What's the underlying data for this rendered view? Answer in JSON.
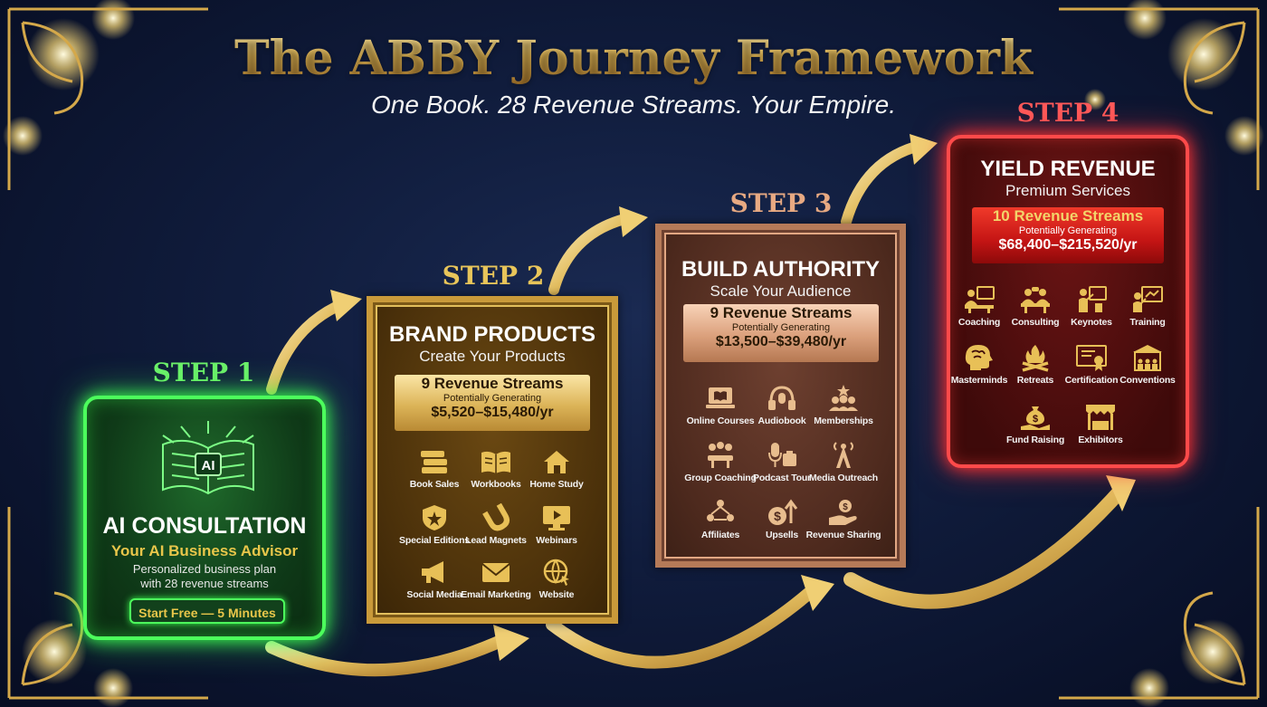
{
  "header": {
    "title": "The ABBY Journey Framework",
    "subtitle": "One Book. 28 Revenue Streams. Your Empire."
  },
  "colors": {
    "gold": "#e0b554",
    "green_glow": "#4cff5c",
    "red_glow": "#ff4a4a",
    "bronze": "#c99a3a",
    "copper": "#b57a58",
    "background": "#101c3c"
  },
  "steps": [
    {
      "label": "STEP 1",
      "title": "AI CONSULTATION",
      "subtitle": "Your AI Business Advisor",
      "description_line1": "Personalized business plan",
      "description_line2": "with 28 revenue streams",
      "cta": "Start Free — 5 Minutes",
      "icon_text": "AI",
      "icon": "open-book-ai-icon"
    },
    {
      "label": "STEP 2",
      "title": "BRAND PRODUCTS",
      "subtitle": "Create Your Products",
      "streams": "9 Revenue Streams",
      "potential": "Potentially Generating",
      "range": "$5,520–$15,480/yr",
      "items": [
        {
          "label": "Book Sales",
          "icon": "books-stack-icon"
        },
        {
          "label": "Workbooks",
          "icon": "open-workbook-icon"
        },
        {
          "label": "Home Study",
          "icon": "house-icon"
        },
        {
          "label": "Special Editions",
          "icon": "star-shield-icon"
        },
        {
          "label": "Lead Magnets",
          "icon": "magnet-icon"
        },
        {
          "label": "Webinars",
          "icon": "monitor-play-icon"
        },
        {
          "label": "Social Media",
          "icon": "megaphone-icon"
        },
        {
          "label": "Email Marketing",
          "icon": "envelope-icon"
        },
        {
          "label": "Website",
          "icon": "globe-cursor-icon"
        }
      ]
    },
    {
      "label": "STEP 3",
      "title": "BUILD AUTHORITY",
      "subtitle": "Scale Your Audience",
      "streams": "9 Revenue Streams",
      "potential": "Potentially Generating",
      "range": "$13,500–$39,480/yr",
      "items": [
        {
          "label": "Online Courses",
          "icon": "laptop-book-icon"
        },
        {
          "label": "Audiobook",
          "icon": "headphones-icon"
        },
        {
          "label": "Memberships",
          "icon": "group-star-icon"
        },
        {
          "label": "Group Coaching",
          "icon": "meeting-table-icon"
        },
        {
          "label": "Podcast Tour",
          "icon": "microphone-suitcase-icon"
        },
        {
          "label": "Media Outreach",
          "icon": "broadcast-tower-icon"
        },
        {
          "label": "Affiliates",
          "icon": "network-people-icon"
        },
        {
          "label": "Upsells",
          "icon": "dollar-arrow-up-icon"
        },
        {
          "label": "Revenue Sharing",
          "icon": "hand-dollar-icon"
        }
      ]
    },
    {
      "label": "STEP 4",
      "title": "YIELD REVENUE",
      "subtitle": "Premium Services",
      "streams": "10 Revenue Streams",
      "potential": "Potentially Generating",
      "range": "$68,400–$215,520/yr",
      "items": [
        {
          "label": "Coaching",
          "icon": "coach-board-icon"
        },
        {
          "label": "Consulting",
          "icon": "consult-desk-icon"
        },
        {
          "label": "Keynotes",
          "icon": "presenter-icon"
        },
        {
          "label": "Training",
          "icon": "trainer-board-icon"
        },
        {
          "label": "Masterminds",
          "icon": "brain-head-icon"
        },
        {
          "label": "Retreats",
          "icon": "campfire-icon"
        },
        {
          "label": "Certification",
          "icon": "certificate-icon"
        },
        {
          "label": "Conventions",
          "icon": "auditorium-icon"
        },
        {
          "label": "Fund Raising",
          "icon": "money-bag-hand-icon"
        },
        {
          "label": "Exhibitors",
          "icon": "exhibit-booth-icon"
        }
      ]
    }
  ]
}
